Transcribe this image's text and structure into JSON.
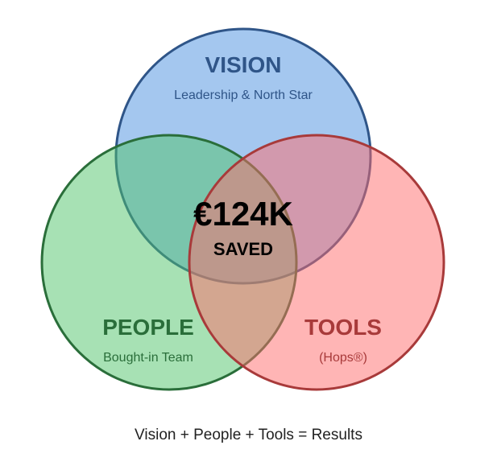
{
  "diagram": {
    "vision": {
      "title": "VISION",
      "subtitle": "Leadership & North Star",
      "fill": "#4a8fe0",
      "stroke": "#2f5588",
      "title_color": "#2f5588",
      "subtitle_color": "#2f5588"
    },
    "people": {
      "title": "PEOPLE",
      "subtitle": "Bought-in Team",
      "fill": "#4fc46a",
      "stroke": "#2a6e3a",
      "title_color": "#2a6e3a",
      "subtitle_color": "#2a6e3a"
    },
    "tools": {
      "title": "TOOLS",
      "subtitle": "(Hops®)",
      "fill": "#ff6b6b",
      "stroke": "#a83a3a",
      "title_color": "#a83a3a",
      "subtitle_color": "#a83a3a"
    },
    "center": {
      "value": "€124K",
      "label": "SAVED"
    }
  },
  "caption": "Vision + People + Tools = Results"
}
